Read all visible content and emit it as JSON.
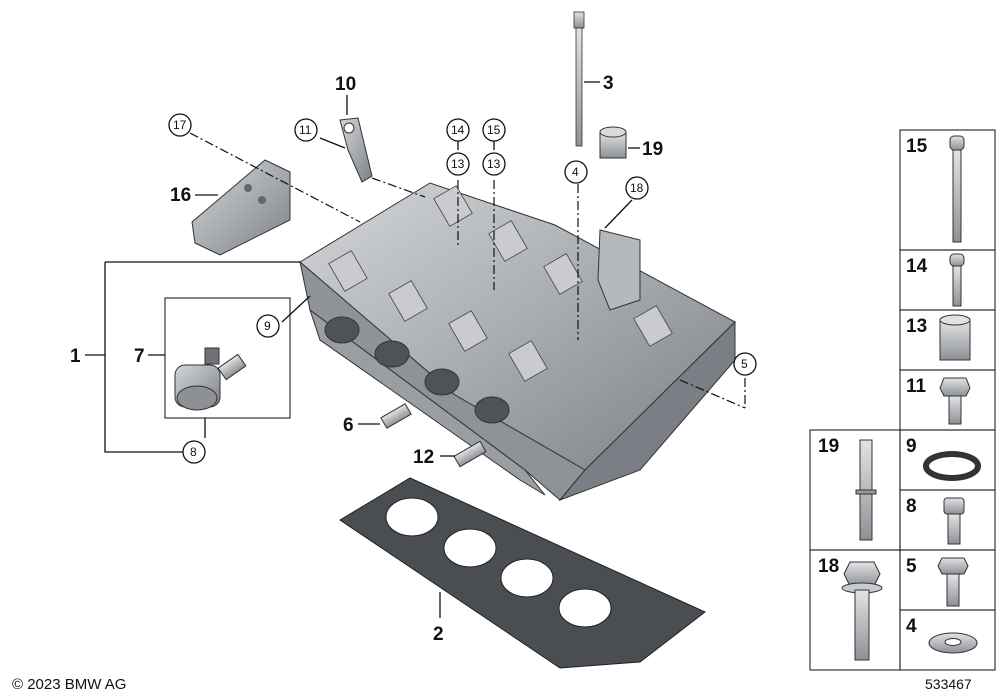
{
  "labels": {
    "p1": "1",
    "p2": "2",
    "p3": "3",
    "p4": "4",
    "p5": "5",
    "p6": "6",
    "p7": "7",
    "p8": "8",
    "p9": "9",
    "p10": "10",
    "p11": "11",
    "p12": "12",
    "p13": "13",
    "p14": "14",
    "p15": "15",
    "p16": "16",
    "p17": "17",
    "p18": "18",
    "p19": "19"
  },
  "side_panel": {
    "cells": [
      "15",
      "14",
      "13",
      "11",
      "9",
      "8",
      "5",
      "4",
      "19",
      "18"
    ]
  },
  "footer": {
    "copyright": "© 2023 BMW AG",
    "doc_number": "533467"
  },
  "colors": {
    "part_fill": "#a9acb0",
    "part_dark": "#6f7378",
    "part_light": "#d7d9dc",
    "gasket": "#4a4d52",
    "line": "#111111"
  }
}
